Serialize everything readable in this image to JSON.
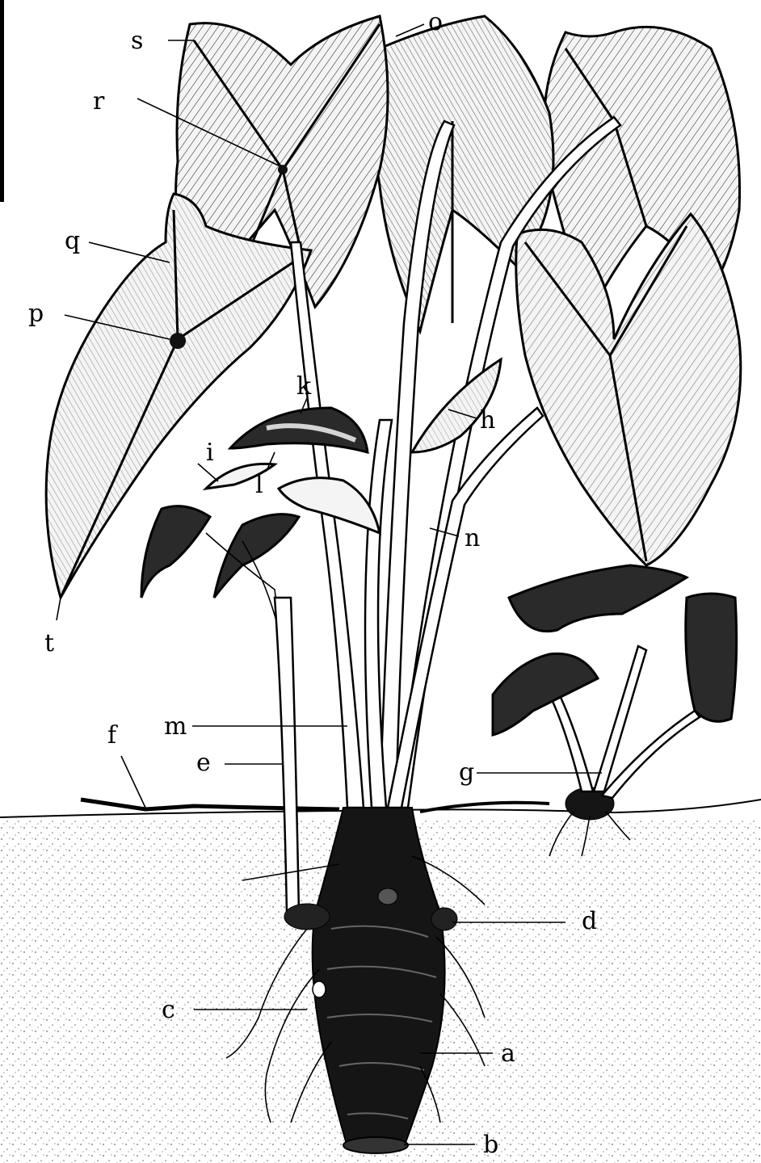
{
  "diagram": {
    "labels": {
      "a": "a",
      "b": "b",
      "c": "c",
      "d": "d",
      "e": "e",
      "f": "f",
      "g": "g",
      "h": "h",
      "i": "i",
      "k": "k",
      "l": "l",
      "m": "m",
      "n": "n",
      "o": "o",
      "p": "p",
      "q": "q",
      "r": "r",
      "s": "s",
      "t": "t"
    }
  }
}
